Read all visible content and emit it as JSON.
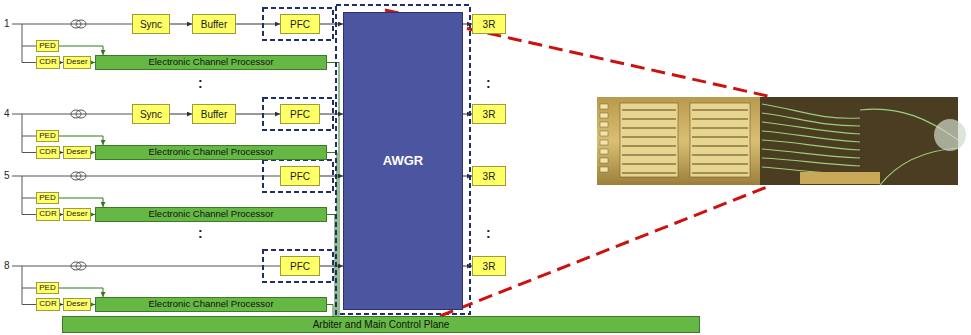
{
  "diagram": {
    "nodes": [
      {
        "text": [
          "Sync"
        ]
      },
      {
        "text": [
          "Buffer"
        ]
      },
      {
        "text": [
          "PFC"
        ]
      },
      {
        "text": [
          "PED"
        ]
      },
      {
        "text": [
          "CDR"
        ]
      },
      {
        "text": [
          "Deser"
        ]
      },
      {
        "text": [
          "Electronic Channel Processor"
        ]
      },
      {
        "text": [
          "Sync"
        ]
      },
      {
        "text": [
          "Buffer"
        ]
      },
      {
        "text": [
          "PFC"
        ]
      },
      {
        "text": [
          "PED"
        ]
      },
      {
        "text": [
          "CDR"
        ]
      },
      {
        "text": [
          "Deser"
        ]
      },
      {
        "text": [
          "Electronic Channel Processor"
        ]
      },
      {
        "text": [
          "PFC"
        ]
      },
      {
        "text": [
          "PED"
        ]
      },
      {
        "text": [
          "CDR"
        ]
      },
      {
        "text": [
          "Deser"
        ]
      },
      {
        "text": [
          "Electronic Channel Processor"
        ]
      },
      {
        "text": [
          "PFC"
        ]
      },
      {
        "text": [
          "PED"
        ]
      },
      {
        "text": [
          "CDR"
        ]
      },
      {
        "text": [
          "Deser"
        ]
      },
      {
        "text": [
          "Electronic Channel Processor"
        ]
      },
      {
        "text": [
          "AWGR"
        ]
      },
      {
        "text": [
          "3R"
        ]
      },
      {
        "text": [
          "3R"
        ]
      },
      {
        "text": [
          "3R"
        ]
      },
      {
        "text": [
          "3R"
        ]
      },
      {
        "text": [
          "Arbiter and Main Control Plane"
        ]
      }
    ],
    "edges": [
      {
        "from": 0,
        "to": 1,
        "arrow": "to"
      },
      {
        "from": 1,
        "to": 2,
        "arrow": "to"
      },
      {
        "from": 2,
        "to": 24,
        "arrow": "to"
      },
      {
        "from": 4,
        "to": 5,
        "arrow": "to"
      },
      {
        "from": 5,
        "to": 6,
        "arrow": "to"
      },
      {
        "from": 3,
        "to": 6,
        "arrow": "to"
      },
      {
        "from": 6,
        "to": 29,
        "arrow": "none"
      },
      {
        "from": 7,
        "to": 8,
        "arrow": "to"
      },
      {
        "from": 8,
        "to": 9,
        "arrow": "to"
      },
      {
        "from": 9,
        "to": 24,
        "arrow": "to"
      },
      {
        "from": 11,
        "to": 12,
        "arrow": "to"
      },
      {
        "from": 12,
        "to": 13,
        "arrow": "to"
      },
      {
        "from": 10,
        "to": 13,
        "arrow": "to"
      },
      {
        "from": 13,
        "to": 29,
        "arrow": "none"
      },
      {
        "from": 14,
        "to": 24,
        "arrow": "to"
      },
      {
        "from": 16,
        "to": 17,
        "arrow": "to"
      },
      {
        "from": 17,
        "to": 18,
        "arrow": "to"
      },
      {
        "from": 15,
        "to": 18,
        "arrow": "to"
      },
      {
        "from": 18,
        "to": 29,
        "arrow": "none"
      },
      {
        "from": 19,
        "to": 24,
        "arrow": "to"
      },
      {
        "from": 21,
        "to": 22,
        "arrow": "to"
      },
      {
        "from": 22,
        "to": 23,
        "arrow": "to"
      },
      {
        "from": 20,
        "to": 23,
        "arrow": "to"
      },
      {
        "from": 23,
        "to": 29,
        "arrow": "none"
      },
      {
        "from": 24,
        "to": 25,
        "arrow": "to"
      },
      {
        "from": 24,
        "to": 26,
        "arrow": "to"
      },
      {
        "from": 24,
        "to": 27,
        "arrow": "to"
      },
      {
        "from": 24,
        "to": 28,
        "arrow": "to"
      }
    ],
    "labels": [
      "1",
      "4",
      "5",
      "8",
      ":",
      ":",
      ":",
      ":"
    ]
  }
}
